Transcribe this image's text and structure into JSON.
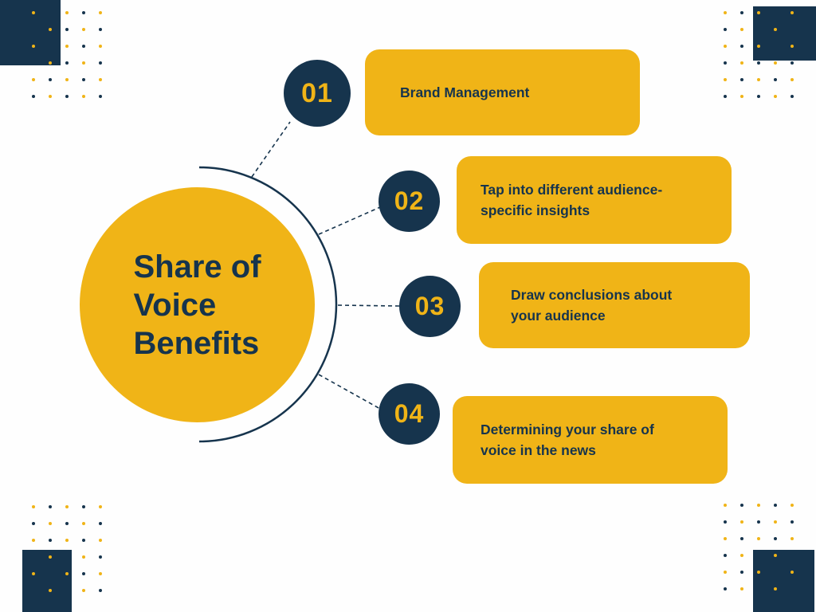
{
  "title": {
    "text": "Share of Voice Benefits",
    "lines": [
      "Share of",
      "Voice",
      "Benefits"
    ]
  },
  "items": [
    {
      "number": "01",
      "label": "Brand Management"
    },
    {
      "number": "02",
      "label": "Tap into different audience-specific insights"
    },
    {
      "number": "03",
      "label": "Draw conclusions about your audience"
    },
    {
      "number": "04",
      "label": "Determining your share of voice in the news"
    }
  ],
  "colors": {
    "yellow": "#F0B417",
    "navy": "#16344D",
    "background": "#FEFEFE"
  },
  "decorations": {
    "dot_grid": {
      "rows": 6,
      "cols": 5
    }
  }
}
